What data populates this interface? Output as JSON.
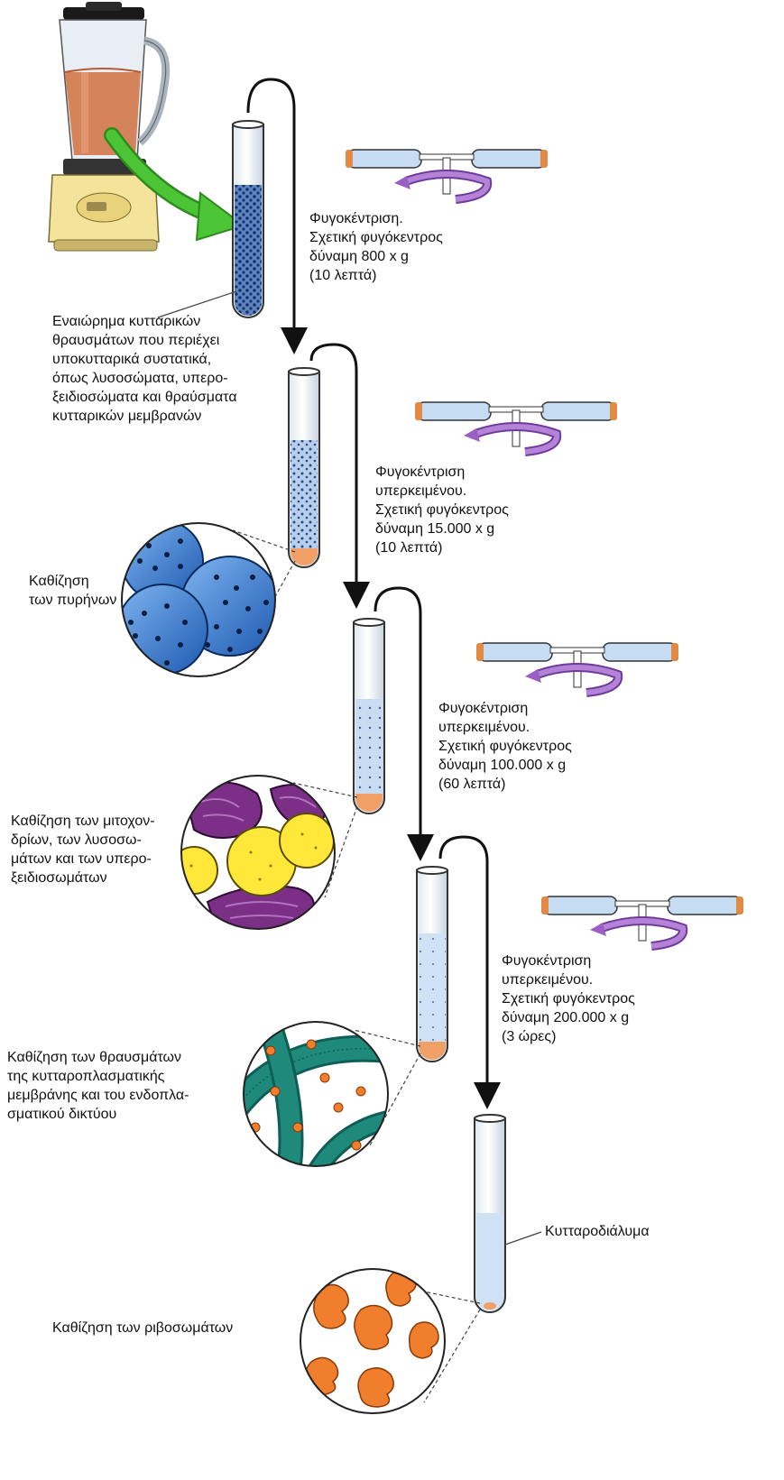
{
  "steps": [
    {
      "id": "step1",
      "lines": [
        "Φυγοκέντριση.",
        "Σχετική φυγόκεντρος",
        "δύναμη 800 x g",
        "(10 λεπτά)"
      ]
    },
    {
      "id": "step2",
      "lines": [
        "Φυγοκέντριση",
        "υπερκειμένου.",
        "Σχετική φυγόκεντρος",
        "δύναμη 15.000 x g",
        "(10 λεπτά)"
      ]
    },
    {
      "id": "step3",
      "lines": [
        "Φυγοκέντριση",
        "υπερκειμένου.",
        "Σχετική φυγόκεντρος",
        "δύναμη 100.000 x g",
        "(60 λεπτά)"
      ]
    },
    {
      "id": "step4",
      "lines": [
        "Φυγοκέντριση",
        "υπερκειμένου.",
        "Σχετική φυγόκεντρος",
        "δύναμη 200.000 x g",
        "(3 ώρες)"
      ]
    }
  ],
  "homogenate": {
    "lines": [
      "Εναιώρημα κυτταρικών",
      "θραυσμάτων που περιέχει",
      "υποκυτταρικά συστατικά,",
      "όπως λυσοσώματα, υπερο-",
      "ξειδιοσώματα και θραύσματα",
      "κυτταρικών μεμβρανών"
    ]
  },
  "pellets": [
    {
      "id": "nuclei",
      "lines": [
        "Καθίζηση",
        "των πυρήνων"
      ]
    },
    {
      "id": "mitochondria",
      "lines": [
        "Καθίζηση των μιτοχον-",
        "δρίων, των λυσοσω-",
        "μάτων και των υπερο-",
        "ξειδιοσωμάτων"
      ]
    },
    {
      "id": "membranes",
      "lines": [
        "Καθίζηση των θραυσμάτων",
        "της κυτταροπλασματικής",
        "μεμβράνης και του ενδοπλα-",
        "σματικού δικτύου"
      ]
    },
    {
      "id": "ribosomes",
      "lines": [
        "Καθίζηση των ριβοσωμάτων"
      ]
    }
  ],
  "cytosol": {
    "label": "Κυτταροδιάλυμα"
  },
  "colors": {
    "arrow": "#111111",
    "green_arrow": "#3fb82c",
    "rotor_purple": "#9a5fc4",
    "tube_glass": "#ffffff",
    "liquid_light": "#c6dcf2",
    "liquid_dense": "#3f68a8",
    "pellet": "#f0a066",
    "nucleus_blue": "#2f74c8",
    "mito_purple": "#7b2f86",
    "lyso_yellow": "#ffe83a",
    "er_teal": "#1f8a7c",
    "ribosome_orange": "#f07e2c",
    "blender_base": "#f4e39a",
    "blender_juice": "#d37a4c"
  },
  "icons": [
    "blender-icon",
    "test-tube-icon",
    "centrifuge-icon",
    "nuclei-magnified-icon",
    "mitochondria-magnified-icon",
    "membranes-magnified-icon",
    "ribosomes-magnified-icon"
  ]
}
